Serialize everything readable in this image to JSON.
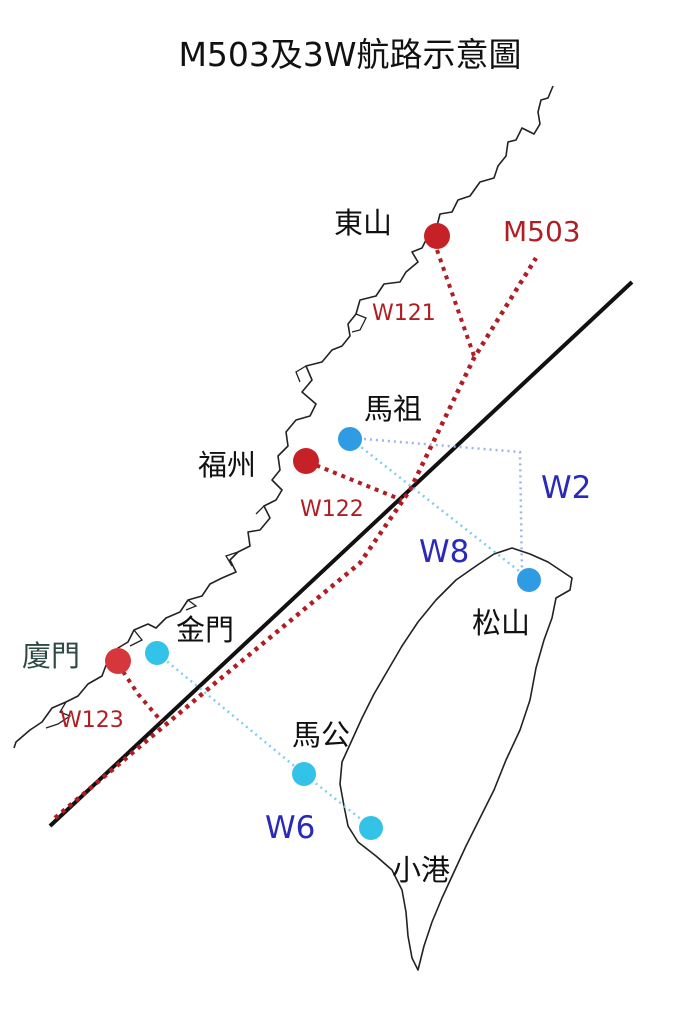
{
  "title": "M503及3W航路示意圖",
  "colors": {
    "coast": "#222222",
    "median_line": "#111111",
    "m503_route": "#b01e24",
    "red_point": "#c62127",
    "blue_point": "#2f9be3",
    "cyan_point": "#33c3e8",
    "blue_label": "#2a2ab8"
  },
  "places": {
    "dongshan": "東山",
    "matsu": "馬祖",
    "fuzhou": "福州",
    "kinmen": "金門",
    "xiamen": "廈門",
    "songshan": "松山",
    "magong": "馬公",
    "xiaogang": "小港"
  },
  "routes": {
    "m503": "M503",
    "w121": "W121",
    "w122": "W122",
    "w123": "W123",
    "w2": "W2",
    "w8": "W8",
    "w6": "W6"
  }
}
